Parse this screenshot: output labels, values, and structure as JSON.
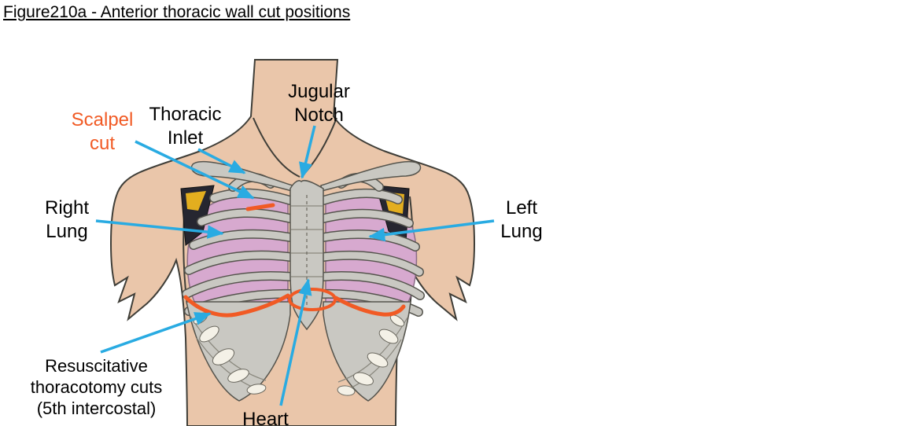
{
  "figure": {
    "title": "Figure210a - Anterior thoracic wall cut positions"
  },
  "labels": {
    "scalpel_cut": "Scalpel\ncut",
    "thoracic_inlet": "Thoracic\nInlet",
    "jugular_notch": "Jugular\nNotch",
    "right_lung": "Right\nLung",
    "left_lung": "Left\nLung",
    "resuscitative": "Resuscitative\nthoracotomy cuts\n(5th intercostal)",
    "heart": "Heart"
  },
  "colors": {
    "arrow": "#29ABE2",
    "cut": "#F15A24",
    "label_text": "#000000",
    "skin": "#EAC6AA",
    "bone": "#C9C8C2",
    "lung": "#D7A9CF"
  }
}
